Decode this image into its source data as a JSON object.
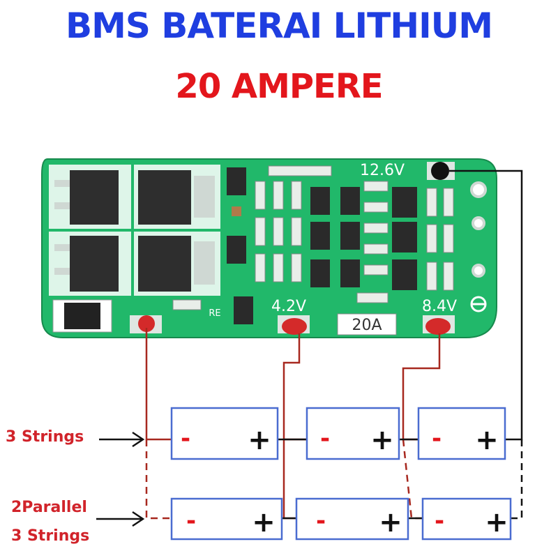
{
  "header": {
    "title": "BMS BATERAI LITHIUM",
    "subtitle": "20 AMPERE"
  },
  "board": {
    "label_b_plus": "12.6V",
    "label_mid1": "4.2V",
    "label_mid2": "8.4V",
    "rating": "20A",
    "re_mark": "RE"
  },
  "labels": {
    "three_strings": "3 Strings",
    "parallel_line1": "2Parallel",
    "parallel_line2": "3 Strings"
  },
  "cells": {
    "minus": "-",
    "plus": "+"
  },
  "colors": {
    "title_blue": "#1f3ee0",
    "title_red": "#e3161c",
    "pcb_green": "#21b86a",
    "cell_border": "#4a6cd0",
    "wire_red": "#a7281f",
    "wire_black": "#111111",
    "label_red": "#d1232a"
  }
}
